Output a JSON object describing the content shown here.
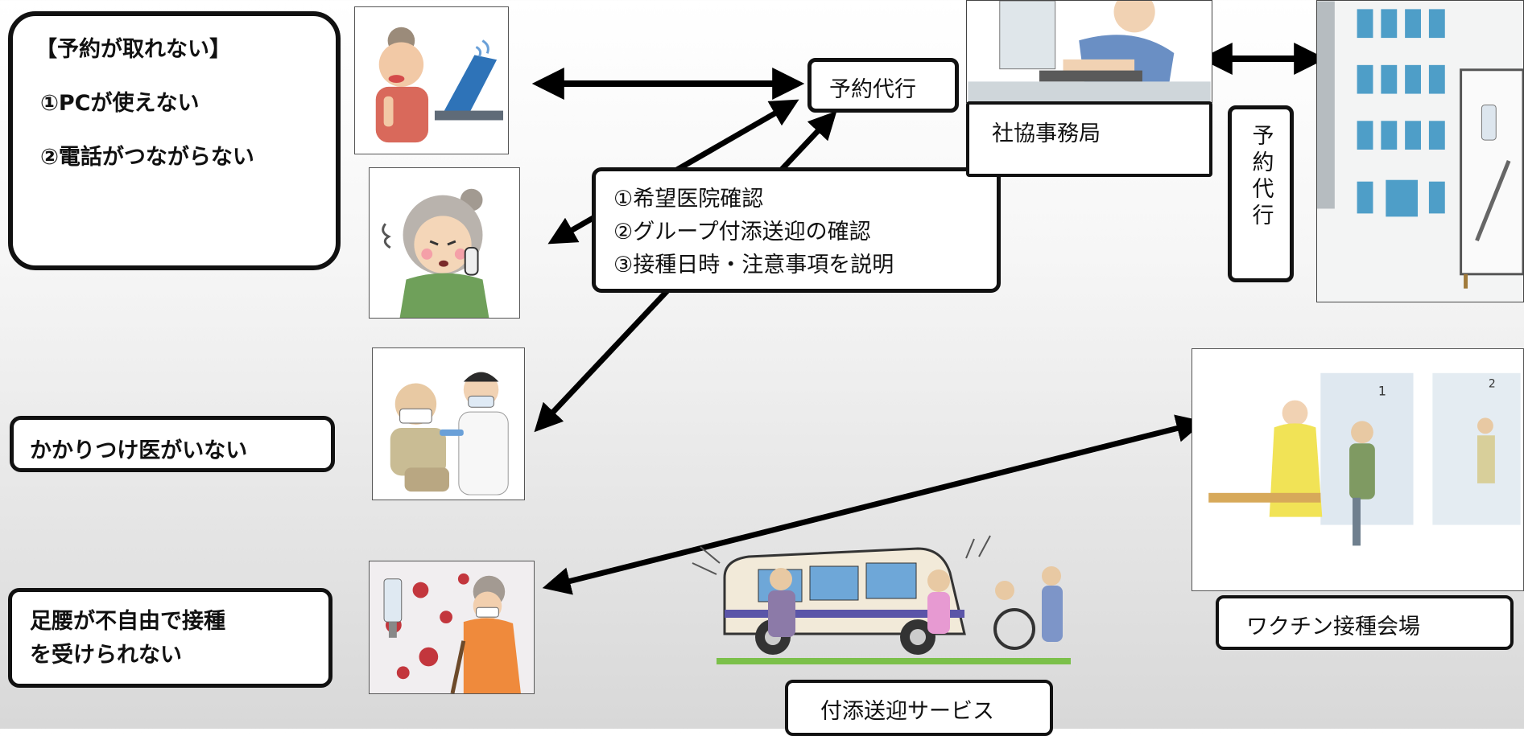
{
  "problems": {
    "title": "【予約が取れない】",
    "item1": "①PCが使えない",
    "item2": "②電話がつながらない"
  },
  "no_doctor": "かかりつけ医がいない",
  "mobility": {
    "line1": "足腰が不自由で接種",
    "line2": "を受けられない"
  },
  "proxy_booking": "予約代行",
  "council_office": "社協事務局",
  "proxy_vertical": "予約代行",
  "checks": {
    "line1": "①希望医院確認",
    "line2": "②グループ付添送迎の確認",
    "line3": "③接種日時・注意事項を説明"
  },
  "venue": "ワクチン接種会場",
  "transport": "付添送迎サービス",
  "icons": [
    "elderly-woman-laptop-icon",
    "elderly-woman-phone-icon",
    "elderly-man-doctor-icon",
    "elderly-woman-cane-virus-icon",
    "office-worker-icon",
    "hospital-building-icon",
    "vaccination-venue-icon",
    "shuttle-bus-icon"
  ],
  "colors": {
    "border": "#111111",
    "arrow": "#000000"
  }
}
